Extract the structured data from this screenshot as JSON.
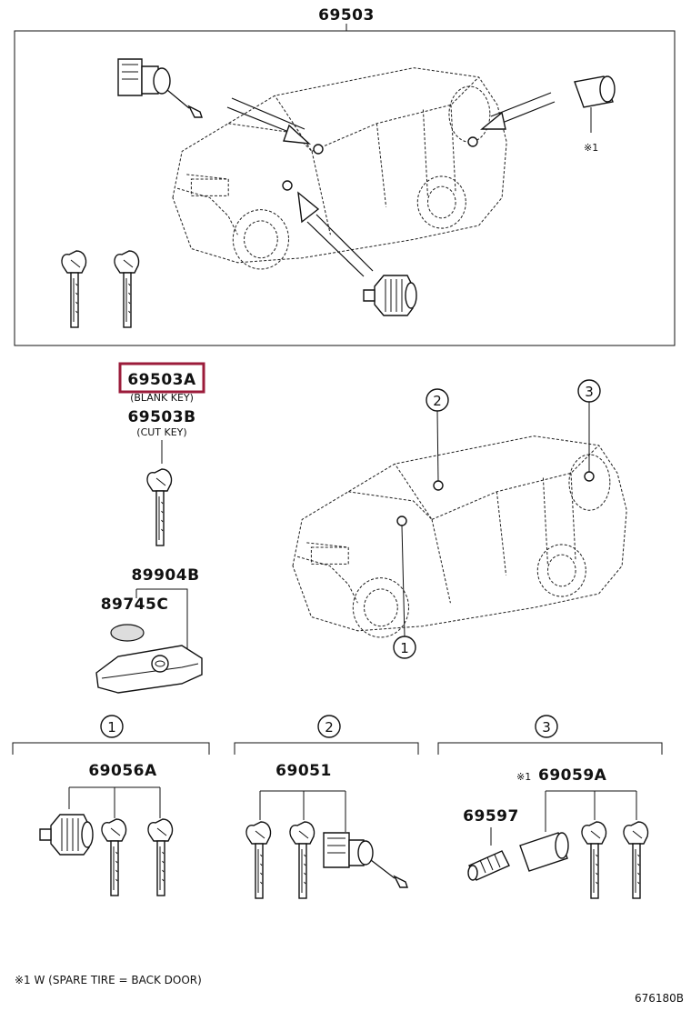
{
  "top_group": {
    "part_no": "69503",
    "note_mark": "※1"
  },
  "blank_key": {
    "part_no": "69503A",
    "desc": "(BLANK KEY)",
    "highlight_color": "#9b1b3a"
  },
  "cut_key": {
    "part_no": "69503B",
    "desc": "(CUT KEY)"
  },
  "remote": {
    "transmitter_no": "89904B",
    "battery_no": "89745C"
  },
  "vehicle_callouts": [
    "1",
    "2",
    "3"
  ],
  "sections": [
    {
      "label": "1",
      "parts": [
        {
          "part_no": "69056A"
        }
      ]
    },
    {
      "label": "2",
      "parts": [
        {
          "part_no": "69051"
        }
      ]
    },
    {
      "label": "3",
      "parts": [
        {
          "part_no": "69597"
        },
        {
          "mark": "※1",
          "part_no": "69059A"
        }
      ]
    }
  ],
  "footnote": "※1 W (SPARE TIRE = BACK DOOR)",
  "diagram_id": "676180B"
}
